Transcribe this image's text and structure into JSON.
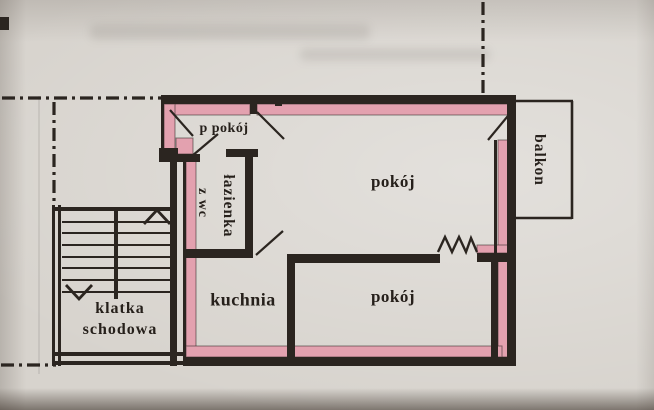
{
  "floor_plan": {
    "rooms": {
      "entry_hall": "p pokój",
      "room_top": "pokój",
      "room_bottom": "pokój",
      "bathroom_line1": "łazienka",
      "bathroom_line2": "z wc",
      "kitchen": "kuchnia",
      "staircase_line1": "klatka",
      "staircase_line2": "schodowa",
      "balcony": "balkon"
    },
    "colors": {
      "wall_highlight": "#e3a1af",
      "line": "#2b2520",
      "paper": "#d7d3cd"
    }
  }
}
